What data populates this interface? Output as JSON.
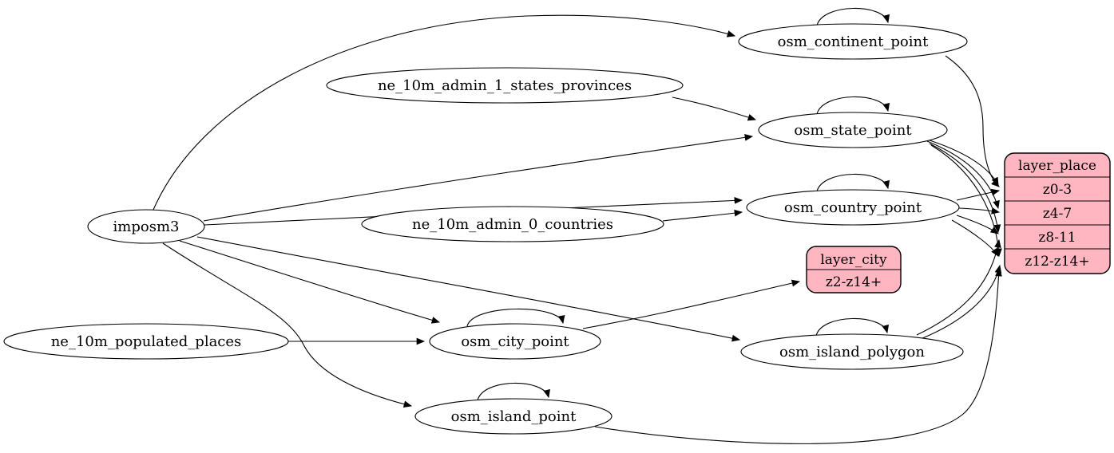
{
  "diagram": {
    "type": "graphviz-etl-graph",
    "colors": {
      "background": "#ffffff",
      "node_fill": "#ffffff",
      "stroke": "#000000",
      "record_fill": "#ffb6c1"
    },
    "nodes": {
      "imposm3": {
        "label": "imposm3"
      },
      "ne_10m_admin_1_states_provinces": {
        "label": "ne_10m_admin_1_states_provinces"
      },
      "ne_10m_admin_0_countries": {
        "label": "ne_10m_admin_0_countries"
      },
      "ne_10m_populated_places": {
        "label": "ne_10m_populated_places"
      },
      "osm_continent_point": {
        "label": "osm_continent_point"
      },
      "osm_state_point": {
        "label": "osm_state_point"
      },
      "osm_country_point": {
        "label": "osm_country_point"
      },
      "osm_city_point": {
        "label": "osm_city_point"
      },
      "osm_island_polygon": {
        "label": "osm_island_polygon"
      },
      "osm_island_point": {
        "label": "osm_island_point"
      }
    },
    "records": {
      "layer_city": {
        "title": "layer_city",
        "rows": [
          "z2-z14+"
        ]
      },
      "layer_place": {
        "title": "layer_place",
        "rows": [
          "z0-3",
          "z4-7",
          "z8-11",
          "z12-z14+"
        ]
      }
    },
    "self_loop_tables": [
      "osm_continent_point",
      "osm_state_point",
      "osm_country_point",
      "osm_city_point",
      "osm_island_polygon",
      "osm_island_point"
    ],
    "edges": [
      {
        "from": "imposm3",
        "to": "osm_continent_point"
      },
      {
        "from": "imposm3",
        "to": "osm_state_point"
      },
      {
        "from": "imposm3",
        "to": "osm_country_point"
      },
      {
        "from": "imposm3",
        "to": "osm_city_point"
      },
      {
        "from": "imposm3",
        "to": "osm_island_polygon"
      },
      {
        "from": "imposm3",
        "to": "osm_island_point"
      },
      {
        "from": "ne_10m_admin_1_states_provinces",
        "to": "osm_state_point"
      },
      {
        "from": "ne_10m_admin_0_countries",
        "to": "osm_country_point"
      },
      {
        "from": "ne_10m_populated_places",
        "to": "osm_city_point"
      },
      {
        "from": "osm_city_point",
        "to": "layer_city:z2-z14+"
      },
      {
        "from": "osm_continent_point",
        "to": "layer_place:z0-3"
      },
      {
        "from": "osm_state_point",
        "to": "layer_place:z0-3"
      },
      {
        "from": "osm_state_point",
        "to": "layer_place:z4-7"
      },
      {
        "from": "osm_state_point",
        "to": "layer_place:z8-11"
      },
      {
        "from": "osm_state_point",
        "to": "layer_place:z12-z14+"
      },
      {
        "from": "osm_country_point",
        "to": "layer_place:z0-3"
      },
      {
        "from": "osm_country_point",
        "to": "layer_place:z4-7"
      },
      {
        "from": "osm_country_point",
        "to": "layer_place:z8-11"
      },
      {
        "from": "osm_country_point",
        "to": "layer_place:z12-z14+"
      },
      {
        "from": "osm_island_polygon",
        "to": "layer_place:z8-11"
      },
      {
        "from": "osm_island_polygon",
        "to": "layer_place:z12-z14+"
      },
      {
        "from": "osm_island_point",
        "to": "layer_place:z12-z14+"
      }
    ]
  }
}
